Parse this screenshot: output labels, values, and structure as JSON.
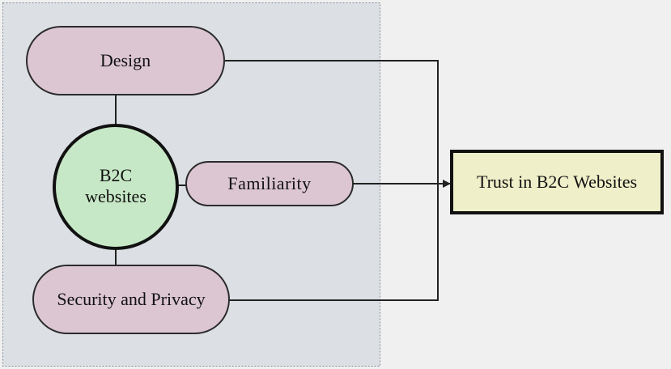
{
  "diagram": {
    "factors": {
      "design": "Design",
      "center": [
        "B2C",
        "websites"
      ],
      "familiarity": "Familiarity",
      "security": "Security and Privacy"
    },
    "outcome": "Trust in B2C Websites"
  },
  "colors": {
    "background": "#f0f0f0",
    "group_fill": "#dce0e4",
    "group_border": "#7f8c94",
    "pill_fill": "#dcc6d2",
    "pill_stroke": "#2b2b2b",
    "circle_fill": "#c7e8c6",
    "outcome_fill": "#efefc9",
    "line": "#222222"
  }
}
